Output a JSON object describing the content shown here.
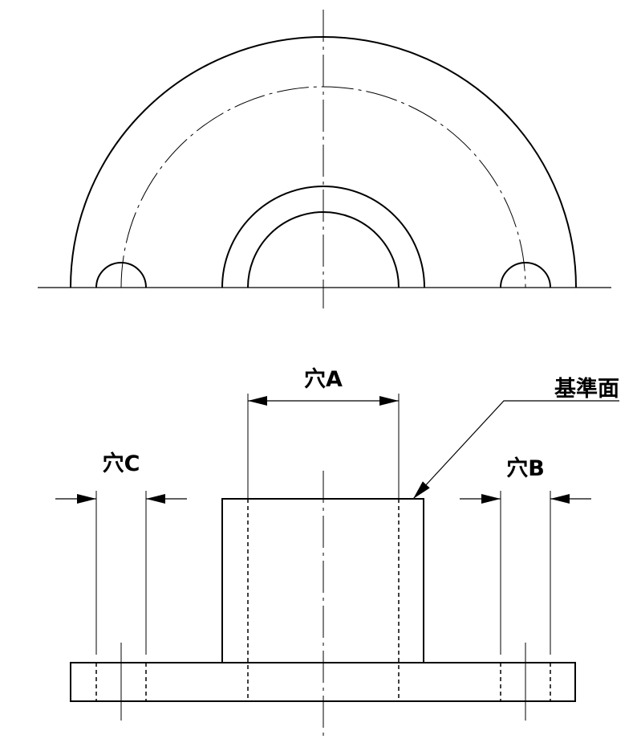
{
  "labels": {
    "hole_a": "穴A",
    "hole_b": "穴B",
    "hole_c": "穴C",
    "datum_surface": "基準面"
  },
  "colors": {
    "line": "#000000",
    "background": "#ffffff"
  }
}
